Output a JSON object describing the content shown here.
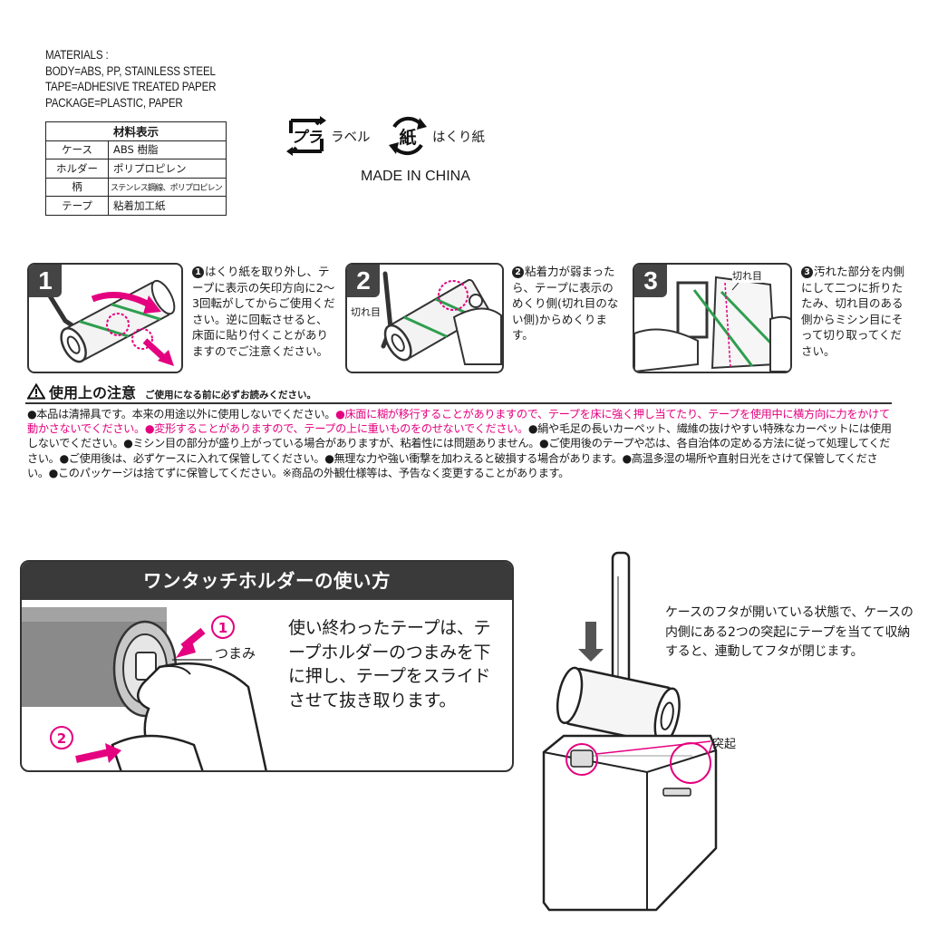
{
  "materials": {
    "english": [
      "MATERIALS :",
      "BODY=ABS, PP, STAINLESS STEEL",
      "TAPE=ADHESIVE TREATED PAPER",
      "PACKAGE=PLASTIC, PAPER"
    ],
    "table_title": "材料表示",
    "rows": [
      {
        "part": "ケース",
        "material": "ABS 樹脂"
      },
      {
        "part": "ホルダー",
        "material": "ポリプロピレン"
      },
      {
        "part": "柄",
        "material": "ステンレス鋼線、ポリプロピレン"
      },
      {
        "part": "テープ",
        "material": "粘着加工紙"
      }
    ]
  },
  "recycle": {
    "plastic_mark": "プラ",
    "plastic_label": "ラベル",
    "paper_mark": "紙",
    "paper_label": "はくり紙",
    "made_in": "MADE IN CHINA"
  },
  "steps": [
    {
      "num": "1",
      "circle": "1",
      "text": "はくり紙を取り外し、テープに表示の矢印方向に2〜3回転がしてからご使用ください。逆に回転させると、床面に貼り付くことがありますのでご注意ください。"
    },
    {
      "num": "2",
      "circle": "2",
      "callout": "切れ目",
      "text": "粘着力が弱まったら、テープに表示のめくり側(切れ目のない側)からめくります。"
    },
    {
      "num": "3",
      "circle": "3",
      "callout": "切れ目",
      "text": "汚れた部分を内側にして二つに折りたたみ、切れ目のある側からミシン目にそって切り取ってください。"
    }
  ],
  "caution": {
    "title": "使用上の注意",
    "subtitle": "ご使用になる前に必ずお読みください。",
    "p1": "●本品は清掃具です。本来の用途以外に使用しないでください。",
    "p2_pink": "●床面に糊が移行することがありますので、テープを床に強く押し当てたり、テープを使用中に横方向に力をかけて動かさないでください。●変形することがありますので、テープの上に重いものをのせないでください。",
    "p3": "●絹や毛足の長いカーペット、繊維の抜けやすい特殊なカーペットには使用しないでください。●ミシン目の部分が盛り上がっている場合がありますが、粘着性には問題ありません。●ご使用後のテープや芯は、各自治体の定める方法に従って処理してください。●ご使用後は、必ずケースに入れて保管してください。●無理な力や強い衝撃を加わえると破損する場合があります。●高温多湿の場所や直射日光をさけて保管してください。●このパッケージは捨てずに保管してください。※商品の外観仕様等は、予告なく変更することがあります。"
  },
  "holder": {
    "title": "ワンタッチホルダーの使い方",
    "knob_label": "つまみ",
    "arrow1": "1",
    "arrow2": "2",
    "text": "使い終わったテープは、テープホルダーのつまみを下に押し、テープをスライドさせて抜き取ります。"
  },
  "storage": {
    "text": "ケースのフタが開いている状態で、ケースの内側にある2つの突起にテープを当てて収納すると、連動してフタが閉じます。",
    "protrusion_label": "突起"
  },
  "colors": {
    "pink": "#e4007f",
    "green": "#2f9e4f",
    "dark": "#3a3a3a"
  }
}
